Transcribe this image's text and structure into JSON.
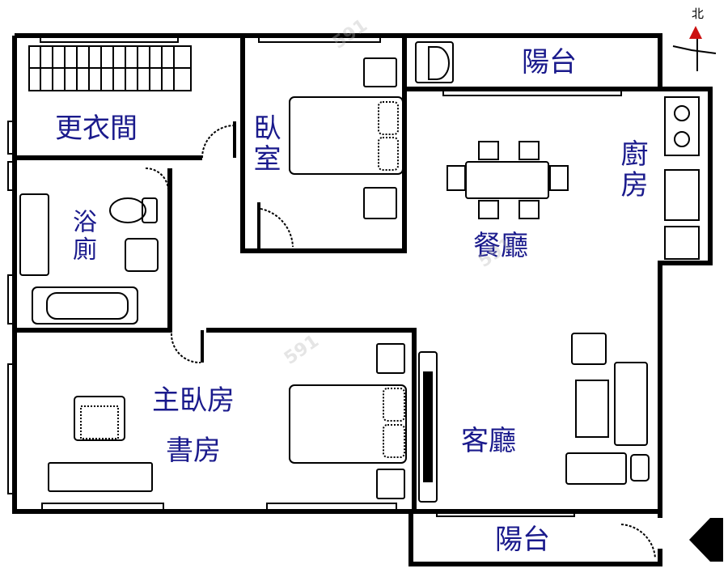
{
  "rooms": {
    "walk_in_closet": "更衣間",
    "bedroom": "臥室",
    "balcony_top": "陽台",
    "kitchen": "廚房",
    "dining": "餐廳",
    "bathroom": "浴廁",
    "master_bedroom": "主臥房",
    "study": "書房",
    "living": "客廳",
    "balcony_bottom": "陽台"
  },
  "compass": {
    "north_label": "北",
    "arrow_color": "#cc1111"
  },
  "entrance": {
    "icon": "entrance-arrow-icon"
  },
  "watermark": "591",
  "colors": {
    "label": "#1a1a8c",
    "wall": "#000000"
  }
}
